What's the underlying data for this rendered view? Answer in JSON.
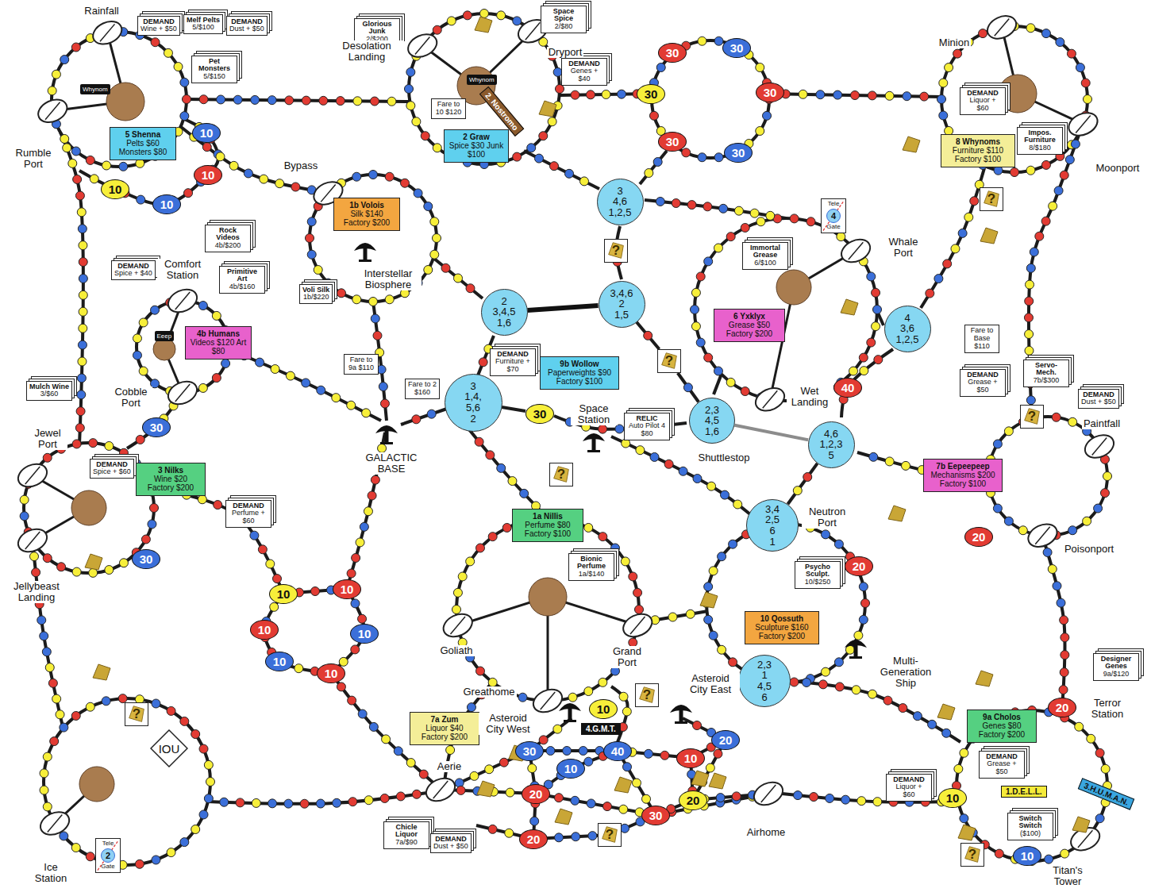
{
  "diagram": {
    "nodes": [
      {
        "text": [
          "DEMAND",
          "Wine + $50"
        ]
      },
      {
        "text": [
          "Melf Pelts",
          "5/$100"
        ]
      },
      {
        "text": [
          "DEMAND",
          "Dust + $50"
        ]
      },
      {
        "text": [
          "Whynom"
        ]
      },
      {
        "text": [
          "Pet Monsters",
          "5/$150"
        ]
      },
      {
        "text": [
          "Glorious Junk",
          "2/$200"
        ]
      },
      {
        "text": [
          "Space Spice",
          "2/$80"
        ]
      },
      {
        "text": [
          "30"
        ]
      },
      {
        "text": [
          "30"
        ]
      },
      {
        "text": [
          "DEMAND",
          "Genes + $40"
        ]
      },
      {
        "text": [
          "Whynom"
        ]
      },
      {
        "text": [
          "2. Nostromo"
        ]
      },
      {
        "text": [
          "Fare to 10 $120"
        ]
      },
      {
        "text": [
          "30"
        ]
      },
      {
        "text": [
          "30"
        ]
      },
      {
        "text": [
          "DEMAND",
          "Liquor + $60"
        ]
      },
      {
        "text": [
          "5 Shenna",
          "Pelts $60 Monsters $80"
        ]
      },
      {
        "text": [
          "10"
        ]
      },
      {
        "text": [
          "2 Graw",
          "Spice $30 Junk $100"
        ]
      },
      {
        "text": [
          "30"
        ]
      },
      {
        "text": [
          "30"
        ]
      },
      {
        "text": [
          "8 Whynoms",
          "Furniture $110 Factory $100"
        ]
      },
      {
        "text": [
          "Impos. Furniture",
          "8/$180"
        ]
      },
      {
        "text": [
          "10"
        ]
      },
      {
        "text": [
          "10"
        ]
      },
      {
        "text": [
          "10"
        ]
      },
      {
        "text": [
          "3",
          "4,6",
          "1,2,5"
        ]
      },
      {
        "text": [
          "1b Volois",
          "Silk $140 Factory $200"
        ]
      },
      {
        "text": [
          "Tele",
          "4",
          "Gate"
        ]
      },
      {
        "text": [
          "Rock Videos",
          "4b/$200"
        ]
      },
      {
        "text": [
          "?"
        ]
      },
      {
        "text": [
          "Immortal Grease",
          "6/$100"
        ]
      },
      {
        "text": [
          "?"
        ]
      },
      {
        "text": [
          "DEMAND",
          "Spice + $40"
        ]
      },
      {
        "text": [
          "Primitive Art",
          "4b/$160"
        ]
      },
      {
        "text": [
          "Voli Silk",
          "1b/$220"
        ]
      },
      {
        "text": [
          "2",
          "3,4,5",
          "1,6"
        ]
      },
      {
        "text": [
          "3,4,6",
          "2",
          "1,5"
        ]
      },
      {
        "text": [
          "4",
          "3,6",
          "1,2,5"
        ]
      },
      {
        "text": [
          "Eeep"
        ]
      },
      {
        "text": [
          "4b Humans",
          "Videos $120 Art $80"
        ]
      },
      {
        "text": [
          "6 Yxklyx",
          "Grease $50 Factory $200"
        ]
      },
      {
        "text": [
          "Fare to Base $110"
        ]
      },
      {
        "text": [
          "?"
        ]
      },
      {
        "text": [
          "DEMAND",
          "Furniture + $70"
        ]
      },
      {
        "text": [
          "Fare to 9a $110"
        ]
      },
      {
        "text": [
          "9b Wollow",
          "Paperweights $90 Factory $100"
        ]
      },
      {
        "text": [
          "Servo-Mech.",
          "7b/$300"
        ]
      },
      {
        "text": [
          "DEMAND",
          "Grease + $50"
        ]
      },
      {
        "text": [
          "Fare to 2 $160"
        ]
      },
      {
        "text": [
          "Mulch Wine",
          "3/$60"
        ]
      },
      {
        "text": [
          "40"
        ]
      },
      {
        "text": [
          "DEMAND",
          "Dust + $50"
        ]
      },
      {
        "text": [
          "3",
          "1,4, 5,6",
          "2"
        ]
      },
      {
        "text": [
          "30"
        ]
      },
      {
        "text": [
          "RELIC",
          "Auto Pilot 4 $80"
        ]
      },
      {
        "text": [
          "2,3",
          "4,5",
          "1,6"
        ]
      },
      {
        "text": [
          "?"
        ]
      },
      {
        "text": [
          "30"
        ]
      },
      {
        "text": [
          "4,6",
          "1,2,3",
          "5"
        ]
      },
      {
        "text": [
          "DEMAND",
          "Spice + $60"
        ]
      },
      {
        "text": [
          "3 Nilks",
          "Wine $20 Factory $200"
        ]
      },
      {
        "text": [
          "?"
        ]
      },
      {
        "text": [
          "7b Eepeepeep",
          "Mechanisms $200 Factory $100"
        ]
      },
      {
        "text": [
          "DEMAND",
          "Perfume + $60"
        ]
      },
      {
        "text": [
          "1a Nillis",
          "Perfume $80 Factory $100"
        ]
      },
      {
        "text": [
          "3,4",
          "2,5",
          "6",
          "1"
        ]
      },
      {
        "text": [
          "20"
        ]
      },
      {
        "text": [
          "30"
        ]
      },
      {
        "text": [
          "Bionic Perfume",
          "1a/$140"
        ]
      },
      {
        "text": [
          "Psycho Sculpt.",
          "10/$250"
        ]
      },
      {
        "text": [
          "20"
        ]
      },
      {
        "text": [
          "10"
        ]
      },
      {
        "text": [
          "10"
        ]
      },
      {
        "text": [
          "10"
        ]
      },
      {
        "text": [
          "10"
        ]
      },
      {
        "text": [
          "10 Qossuth",
          "Sculpture $160 Factory $200"
        ]
      },
      {
        "text": [
          "10"
        ]
      },
      {
        "text": [
          "Designer Genes",
          "9a/$120"
        ]
      },
      {
        "text": [
          "10"
        ]
      },
      {
        "text": [
          "2,3",
          "1",
          "4,5",
          "6"
        ]
      },
      {
        "text": [
          "?"
        ]
      },
      {
        "text": [
          "?"
        ]
      },
      {
        "text": [
          "20"
        ]
      },
      {
        "text": [
          "10"
        ]
      },
      {
        "text": [
          "7a Zum",
          "Liquor $40 Factory $200"
        ]
      },
      {
        "text": [
          "9a Cholos",
          "Genes $80 Factory $200"
        ]
      },
      {
        "text": [
          "4.G.M.T."
        ]
      },
      {
        "text": [
          "20"
        ]
      },
      {
        "text": [
          "IOU"
        ]
      },
      {
        "text": [
          "30"
        ]
      },
      {
        "text": [
          "40"
        ]
      },
      {
        "text": [
          "10"
        ]
      },
      {
        "text": [
          "DEMAND",
          "Grease + $50"
        ]
      },
      {
        "text": [
          "1.D.E.L.L."
        ]
      },
      {
        "text": [
          "3.H.U.M.A.N."
        ]
      },
      {
        "text": [
          "10"
        ]
      },
      {
        "text": [
          "DEMAND",
          "Liquor + $60"
        ]
      },
      {
        "text": [
          "20"
        ]
      },
      {
        "text": [
          "10"
        ]
      },
      {
        "text": [
          "20"
        ]
      },
      {
        "text": [
          "30"
        ]
      },
      {
        "text": [
          "Switch Switch",
          "($100)"
        ]
      },
      {
        "text": [
          "?"
        ]
      },
      {
        "text": [
          "Chicle Liquor",
          "7a/$90"
        ]
      },
      {
        "text": [
          "DEMAND",
          "Dust + $50"
        ]
      },
      {
        "text": [
          "20"
        ]
      },
      {
        "text": [
          "Tele",
          "2",
          "Gate"
        ]
      },
      {
        "text": [
          "10"
        ]
      },
      {
        "text": [
          "?"
        ]
      }
    ],
    "edges": [
      {
        "from": 36,
        "to": 37,
        "arrow": "none"
      },
      {
        "from": 37,
        "to": 43,
        "arrow": "none"
      },
      {
        "from": 43,
        "to": 56,
        "arrow": "none"
      },
      {
        "from": 56,
        "to": 59,
        "arrow": "none"
      },
      {
        "from": 59,
        "to": 66,
        "arrow": "none"
      },
      {
        "from": 53,
        "to": 54,
        "arrow": "none"
      }
    ],
    "labels": [
      "Rainfall",
      "Desolation Landing",
      "Dryport",
      "Minion",
      "Rumble Port",
      "Moonport",
      "Bypass",
      "Comfort Station",
      "Interstellar Biosphere",
      "Whale Port",
      "Cobble Port",
      "Wet Landing",
      "Jewel Port",
      "Space Station",
      "Shuttlestop",
      "GALACTIC BASE",
      "Paintfall",
      "Neutron Port",
      "Jellybeast Landing",
      "Poisonport",
      "Goliath",
      "Grand Port",
      "Multi-Generation Ship",
      "Greathome",
      "Asteroid City East",
      "Asteroid City West",
      "Terror Station",
      "Aerie",
      "Airhome",
      "Ice Station",
      "Titan's Tower"
    ]
  }
}
